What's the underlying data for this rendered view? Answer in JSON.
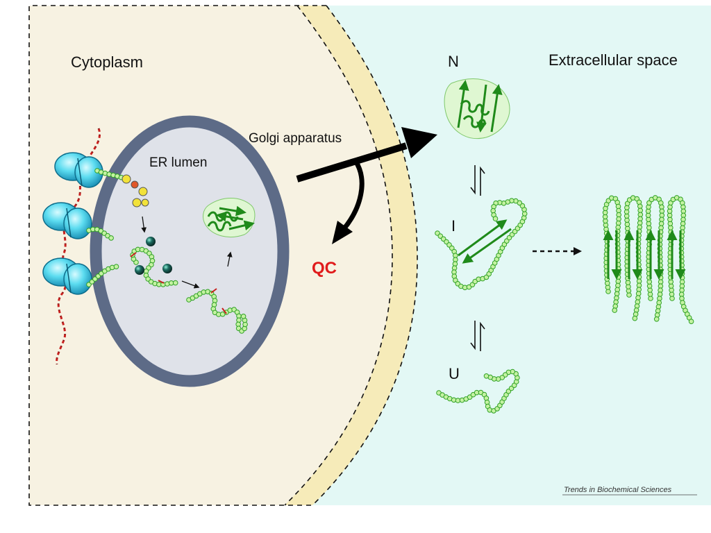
{
  "labels": {
    "cytoplasm": "Cytoplasm",
    "extracellular": "Extracellular space",
    "er_lumen": "ER lumen",
    "golgi": "Golgi apparatus",
    "qc": "QC",
    "native": "N",
    "intermediate": "I",
    "unfolded": "U"
  },
  "credit": "Trends in Biochemical Sciences",
  "colors": {
    "cytoplasm": "#f7f2e2",
    "membrane": "#f6ebb9",
    "extracellular": "#e3f8f5",
    "er_wall": "#5d6b87",
    "er_lumen": "#dfe2e9",
    "ribosome": "#3fd0e6",
    "chain_fill": "#c4f2a2",
    "chain_stroke": "#2ea024",
    "strand": "#1f8a1a",
    "mrna": "#c8201e",
    "qc": "#e01b1b",
    "chaperone": "#1a5a52"
  }
}
